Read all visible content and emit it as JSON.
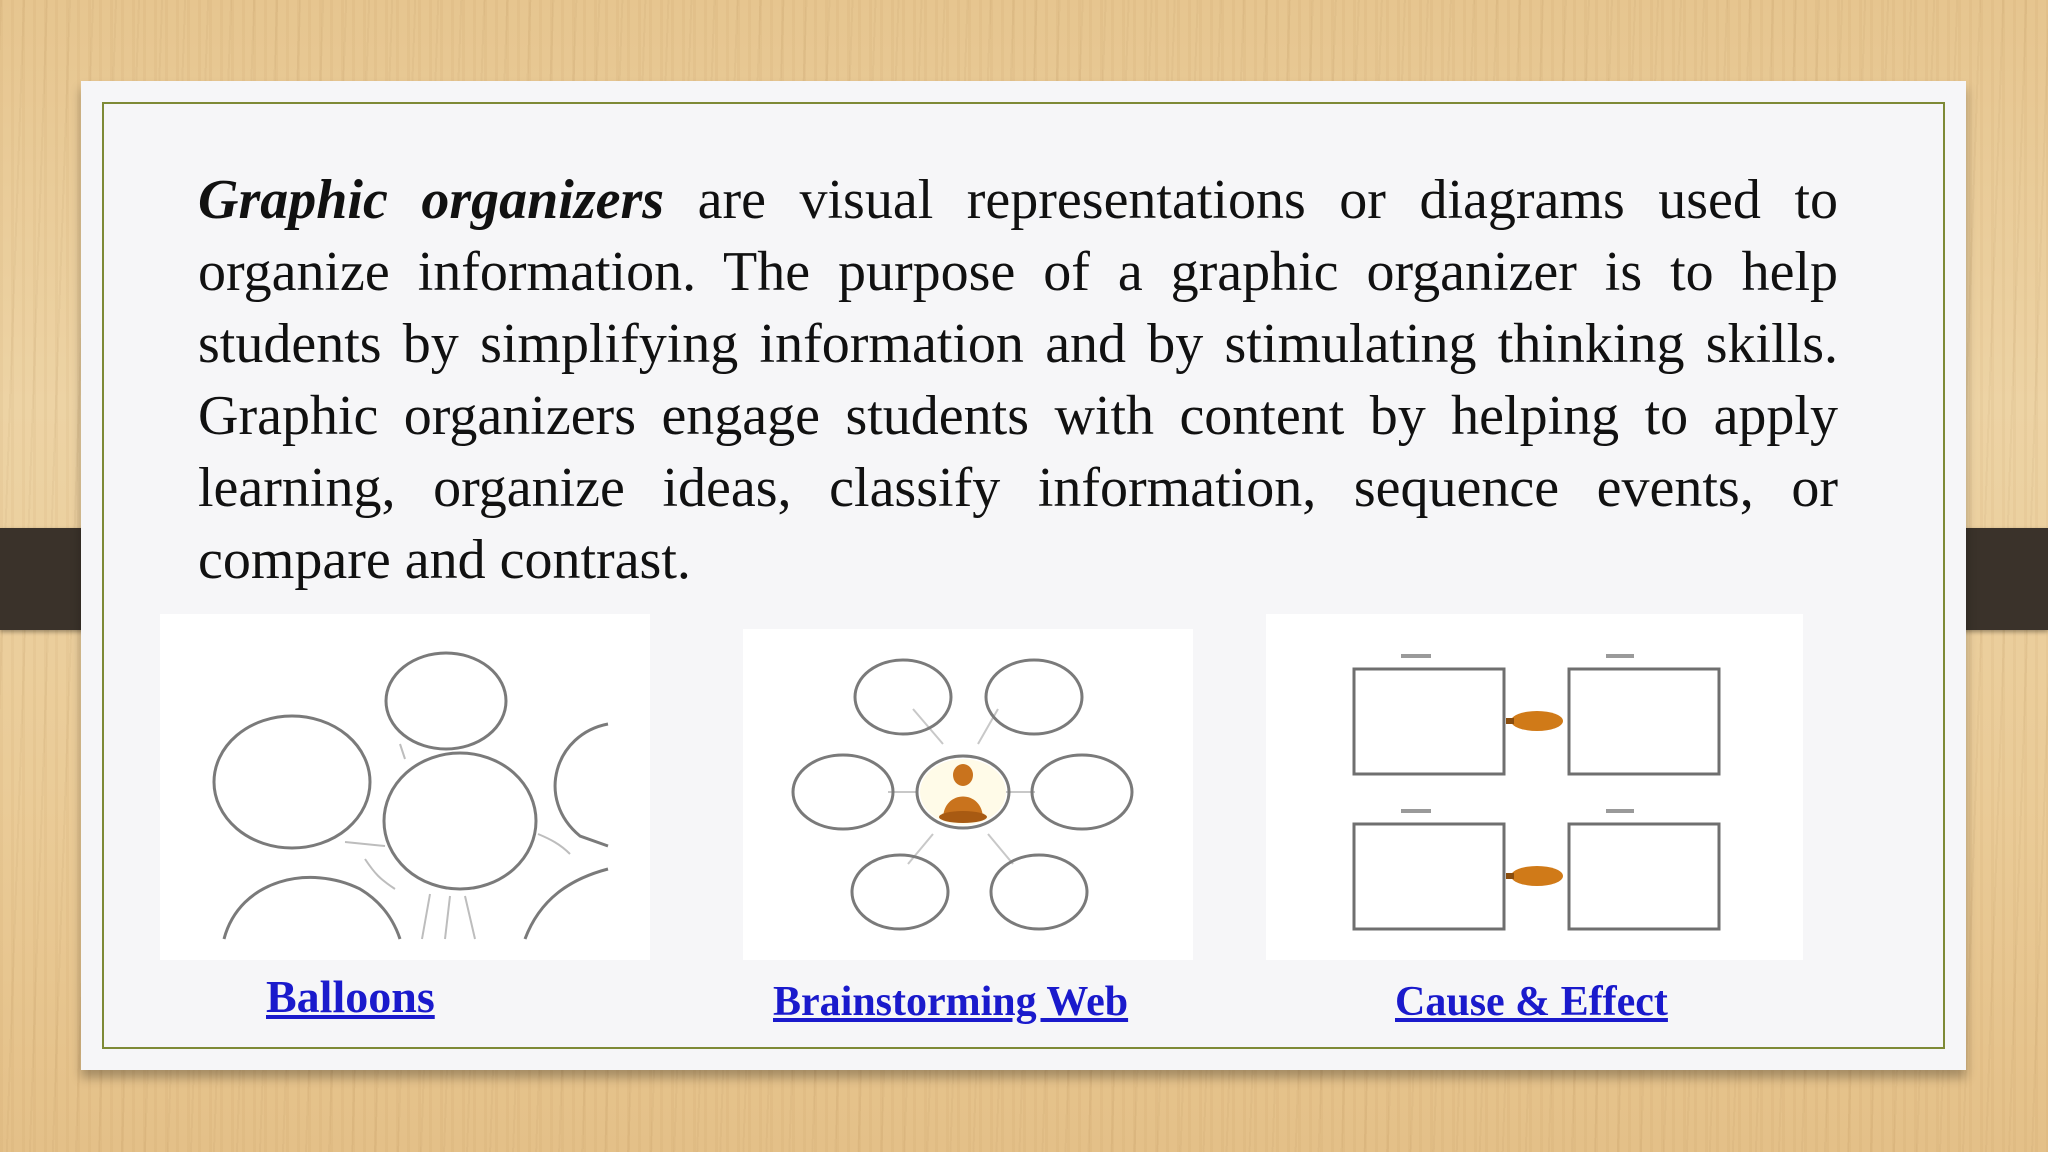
{
  "slide": {
    "paragraph_term": "Graphic organizers",
    "paragraph_body": " are visual representations or diagrams used to organize information. The purpose of a graphic organizer is to help students by simplifying information and by stimulating thinking skills. Graphic organizers engage students with content by helping to apply learning, organize ideas, classify information, sequence events, or compare and contrast."
  },
  "organizers": [
    {
      "label": "Balloons",
      "icon": "balloons-diagram"
    },
    {
      "label": "Brainstorming Web",
      "icon": "brainstorming-web-diagram"
    },
    {
      "label": "Cause & Effect",
      "icon": "cause-effect-diagram"
    }
  ],
  "colors": {
    "link": "#1a1acc",
    "border": "#7e8a36",
    "clip": "#3a322a"
  }
}
